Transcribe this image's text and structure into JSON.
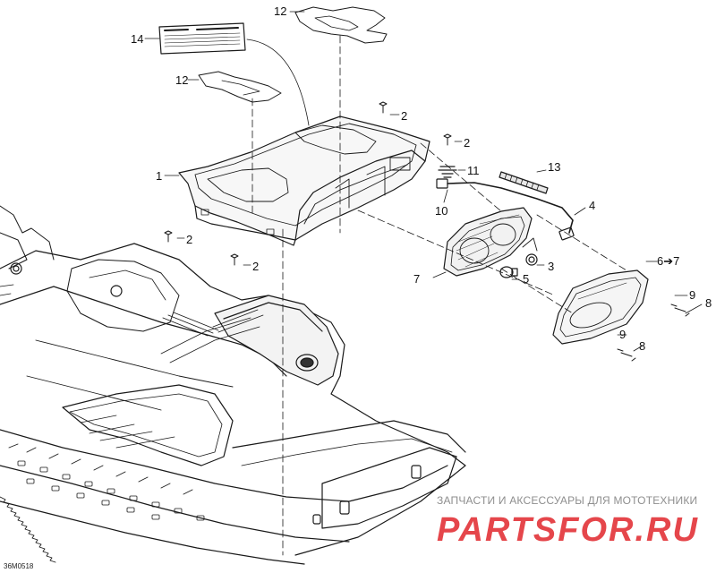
{
  "diagram": {
    "callouts": [
      {
        "id": "c12a",
        "text": "12"
      },
      {
        "id": "c14",
        "text": "14"
      },
      {
        "id": "c12b",
        "text": "12"
      },
      {
        "id": "c2a",
        "text": "2"
      },
      {
        "id": "c2b",
        "text": "2"
      },
      {
        "id": "c1",
        "text": "1"
      },
      {
        "id": "c11",
        "text": "11"
      },
      {
        "id": "c13",
        "text": "13"
      },
      {
        "id": "c10",
        "text": "10"
      },
      {
        "id": "c4",
        "text": "4"
      },
      {
        "id": "c2c",
        "text": "2"
      },
      {
        "id": "c2d",
        "text": "2"
      },
      {
        "id": "c3",
        "text": "3"
      },
      {
        "id": "c7",
        "text": "7"
      },
      {
        "id": "c5",
        "text": "5"
      },
      {
        "id": "c67",
        "text": "6➔7"
      },
      {
        "id": "c9a",
        "text": "9"
      },
      {
        "id": "c8a",
        "text": "8"
      },
      {
        "id": "c9b",
        "text": "9"
      },
      {
        "id": "c8b",
        "text": "8"
      }
    ],
    "doc_code": "36M0518",
    "watermark": {
      "tagline": "ЗАПЧАСТИ И АКСЕССУАРЫ ДЛЯ МОТОТЕХНИКИ",
      "logo_text": "PARTSFOR.RU",
      "color": "#e0262b"
    }
  }
}
